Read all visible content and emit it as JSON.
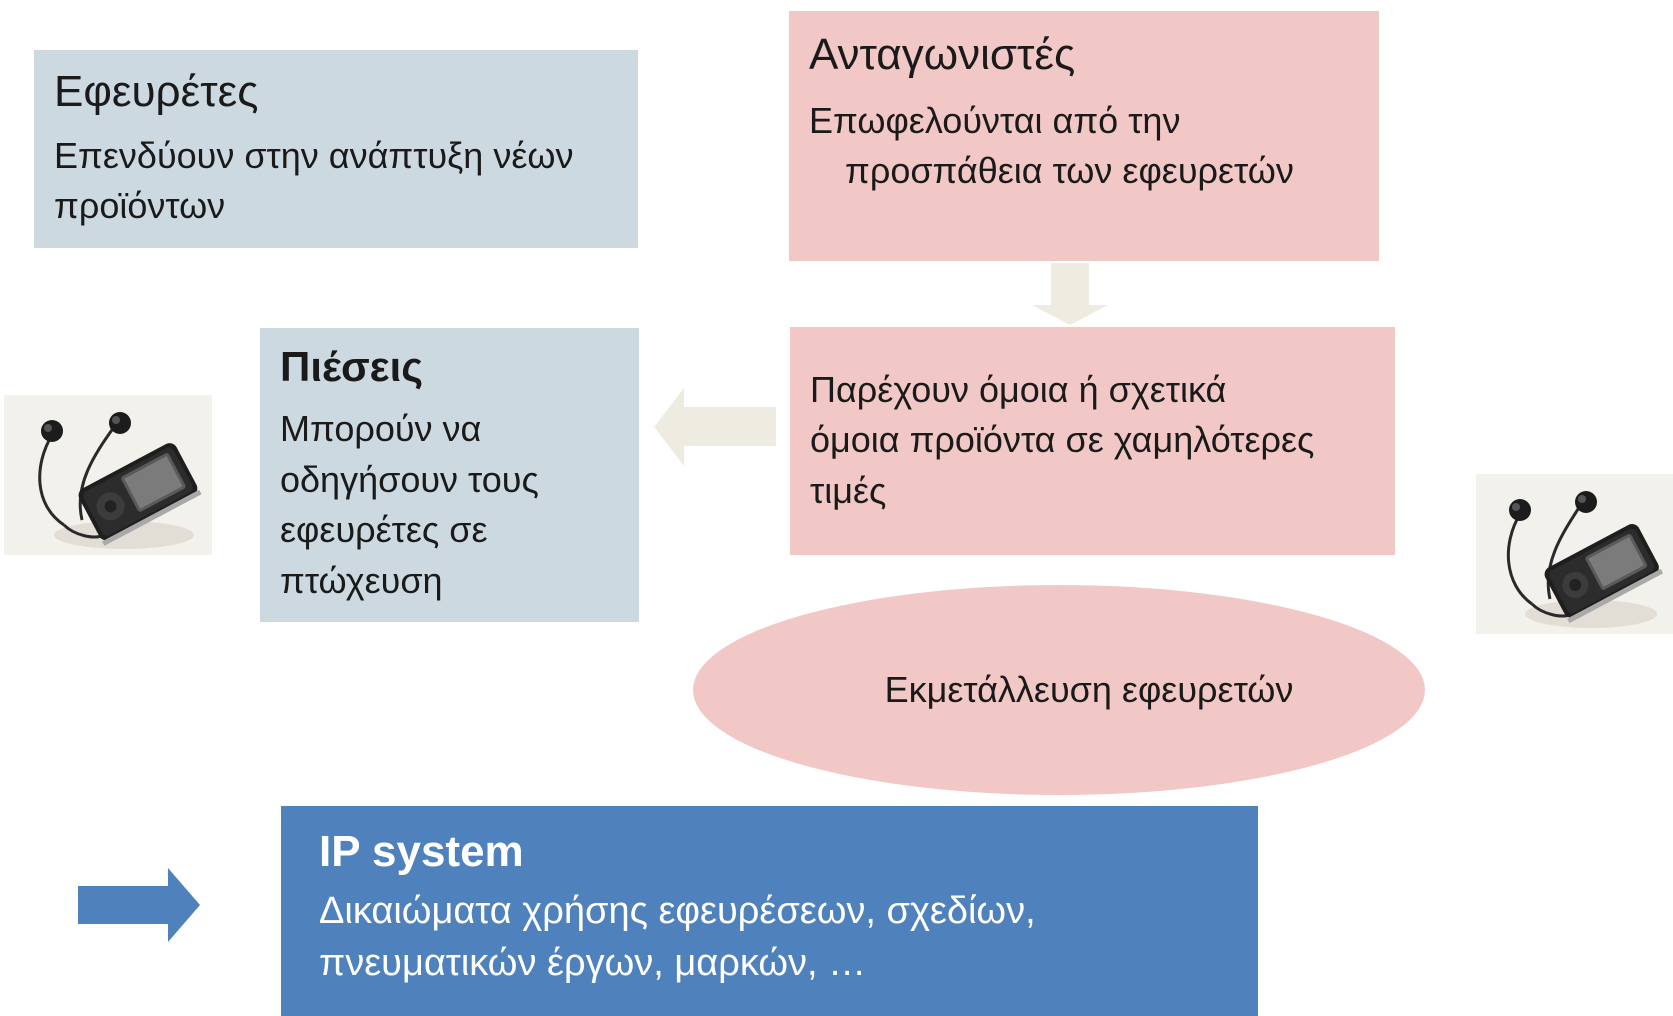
{
  "colors": {
    "info_box": "#cdd9e1",
    "competitor_box": "#f2c8c6",
    "ip_box": "#4f81bd",
    "connector_arrow": "#eeece1",
    "blue_arrow": "#4f81bd"
  },
  "inventors": {
    "title": "Εφευρέτες",
    "line1": "Επενδύουν στην ανάπτυξη νέων",
    "line2": "προϊόντων"
  },
  "competitors": {
    "title": "Ανταγωνιστές",
    "line1": "Επωφελούνται από την",
    "line2": "προσπάθεια των  εφευρετών"
  },
  "pressures": {
    "title": "Πιέσεις",
    "line1": "Μπορούν να",
    "line2": "οδηγήσουν τους",
    "line3": "εφευρέτες σε",
    "line4": "πτώχευση"
  },
  "products": {
    "line1": "Παρέχουν όμοια ή σχετικά",
    "line2": "όμοια προϊόντα σε χαμηλότερες",
    "line3": "τιμές"
  },
  "exploitation": {
    "label": "Εκμετάλλευση εφευρετών"
  },
  "ip_system": {
    "title": "IP system",
    "line1": "Δικαιώματα χρήσης  εφευρέσεων, σχεδίων,",
    "line2": "πνευματικών έργων, μαρκών, …"
  },
  "icons": {
    "left_photo": "mp3-player-earphones-photo",
    "right_photo": "mp3-player-earphones-photo",
    "down_arrow": "block-arrow-down",
    "left_arrow": "block-arrow-left",
    "right_arrow": "block-arrow-right"
  }
}
